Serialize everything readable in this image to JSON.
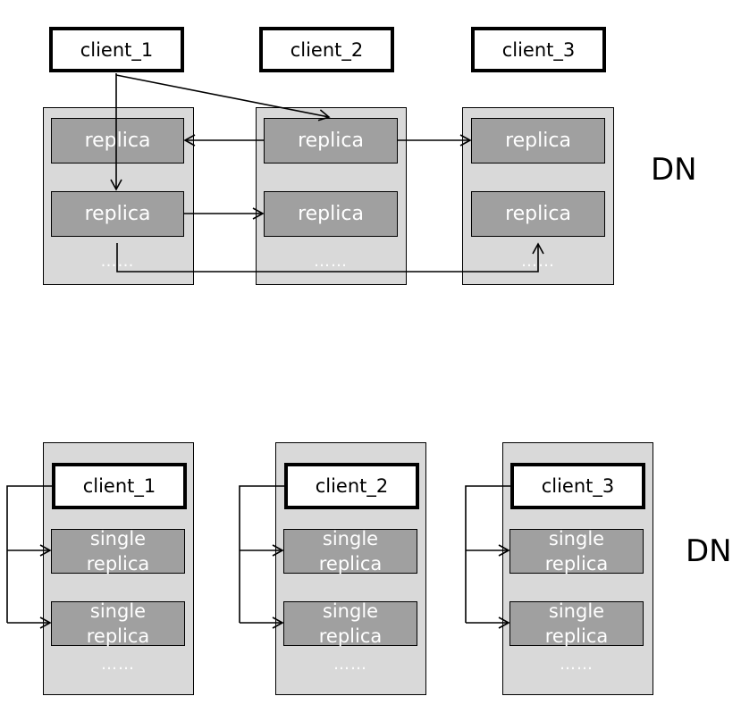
{
  "top": {
    "clients": [
      "client_1",
      "client_2",
      "client_3"
    ],
    "replica_label": "replica",
    "ellipsis": "……",
    "dn_label": "DN"
  },
  "bottom": {
    "clients": [
      "client_1",
      "client_2",
      "client_3"
    ],
    "single_line1": "single",
    "single_line2": "replica",
    "ellipsis": "……",
    "dn_label": "DN"
  },
  "colors": {
    "node_fill": "#d9d9d9",
    "replica_fill": "#a0a0a0",
    "replica_text": "#ffffff",
    "line": "#000000"
  }
}
